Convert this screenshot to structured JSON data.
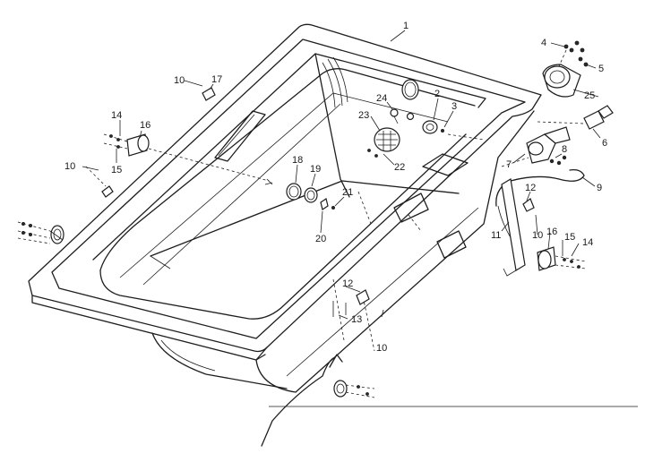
{
  "callouts": [
    {
      "id": "c1",
      "text": "1"
    },
    {
      "id": "c2",
      "text": "2"
    },
    {
      "id": "c3",
      "text": "3"
    },
    {
      "id": "c4",
      "text": "4"
    },
    {
      "id": "c5",
      "text": "5"
    },
    {
      "id": "c6",
      "text": "6"
    },
    {
      "id": "c7",
      "text": "7"
    },
    {
      "id": "c8",
      "text": "8"
    },
    {
      "id": "c9",
      "text": "9"
    },
    {
      "id": "c10a",
      "text": "10"
    },
    {
      "id": "c10b",
      "text": "10"
    },
    {
      "id": "c10c",
      "text": "10"
    },
    {
      "id": "c10d",
      "text": "10"
    },
    {
      "id": "c11",
      "text": "11"
    },
    {
      "id": "c12a",
      "text": "12"
    },
    {
      "id": "c12b",
      "text": "12"
    },
    {
      "id": "c13",
      "text": "13"
    },
    {
      "id": "c14a",
      "text": "14"
    },
    {
      "id": "c14b",
      "text": "14"
    },
    {
      "id": "c15a",
      "text": "15"
    },
    {
      "id": "c15b",
      "text": "15"
    },
    {
      "id": "c16a",
      "text": "16"
    },
    {
      "id": "c16b",
      "text": "16"
    },
    {
      "id": "c17",
      "text": "17"
    },
    {
      "id": "c18",
      "text": "18"
    },
    {
      "id": "c19",
      "text": "19"
    },
    {
      "id": "c20",
      "text": "20"
    },
    {
      "id": "c21",
      "text": "21"
    },
    {
      "id": "c22",
      "text": "22"
    },
    {
      "id": "c23",
      "text": "23"
    },
    {
      "id": "c24",
      "text": "24"
    },
    {
      "id": "c25",
      "text": "25"
    }
  ]
}
